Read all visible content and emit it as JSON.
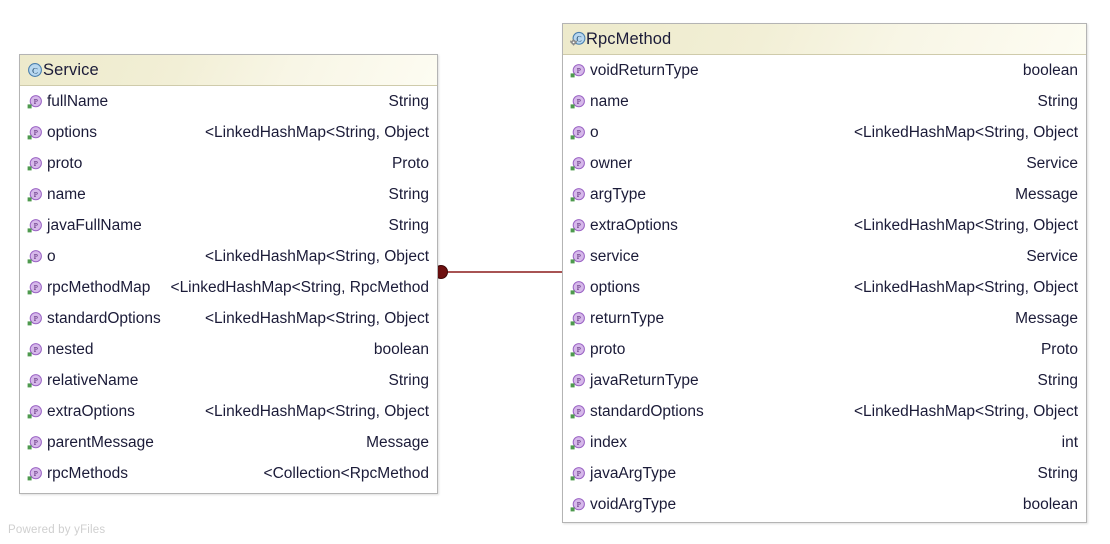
{
  "diagram": {
    "type": "uml-class-diagram",
    "watermark": "Powered by yFiles",
    "edge": {
      "name": "association-edge",
      "color": "#8b1a1a",
      "source_decoration": "filled-circle",
      "from": "Service",
      "to": "RpcMethod"
    }
  },
  "classes": [
    {
      "id": "service",
      "name": "Service",
      "icon": "class-icon",
      "members": [
        {
          "name": "fullName",
          "type": "String"
        },
        {
          "name": "options",
          "type": "LinkedHashMap<String, Object>"
        },
        {
          "name": "proto",
          "type": "Proto"
        },
        {
          "name": "name",
          "type": "String"
        },
        {
          "name": "javaFullName",
          "type": "String"
        },
        {
          "name": "o",
          "type": "LinkedHashMap<String, Object>"
        },
        {
          "name": "rpcMethodMap",
          "type": "LinkedHashMap<String, RpcMethod>"
        },
        {
          "name": "standardOptions",
          "type": "LinkedHashMap<String, Object>"
        },
        {
          "name": "nested",
          "type": "boolean"
        },
        {
          "name": "relativeName",
          "type": "String"
        },
        {
          "name": "extraOptions",
          "type": "LinkedHashMap<String, Object>"
        },
        {
          "name": "parentMessage",
          "type": "Message"
        },
        {
          "name": "rpcMethods",
          "type": "Collection<RpcMethod>"
        }
      ]
    },
    {
      "id": "rpcmethod",
      "name": "RpcMethod",
      "icon": "class-gear-icon",
      "members": [
        {
          "name": "voidReturnType",
          "type": "boolean"
        },
        {
          "name": "name",
          "type": "String"
        },
        {
          "name": "o",
          "type": "LinkedHashMap<String, Object>"
        },
        {
          "name": "owner",
          "type": "Service"
        },
        {
          "name": "argType",
          "type": "Message"
        },
        {
          "name": "extraOptions",
          "type": "LinkedHashMap<String, Object>"
        },
        {
          "name": "service",
          "type": "Service"
        },
        {
          "name": "options",
          "type": "LinkedHashMap<String, Object>"
        },
        {
          "name": "returnType",
          "type": "Message"
        },
        {
          "name": "proto",
          "type": "Proto"
        },
        {
          "name": "javaReturnType",
          "type": "String"
        },
        {
          "name": "standardOptions",
          "type": "LinkedHashMap<String, Object>"
        },
        {
          "name": "index",
          "type": "int"
        },
        {
          "name": "javaArgType",
          "type": "String"
        },
        {
          "name": "voidArgType",
          "type": "boolean"
        }
      ]
    }
  ],
  "colors": {
    "header_gradient_start": "#edeacb",
    "header_gradient_end": "#fdfcf2",
    "box_border": "#b4b4b4",
    "text": "#1b1b38",
    "edge": "#8b1a1a",
    "property_icon": "#b57edc",
    "class_icon": "#8ab4dd",
    "watermark": "#cfcfcf"
  }
}
